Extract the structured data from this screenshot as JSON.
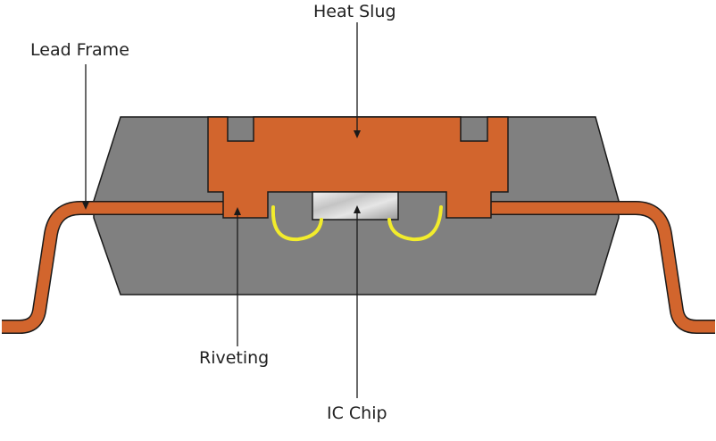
{
  "labels": {
    "heat_slug": "Heat Slug",
    "lead_frame": "Lead Frame",
    "riveting": "Riveting",
    "ic_chip": "IC Chip"
  },
  "colors": {
    "mold_compound": "#808080",
    "copper": "#d2652d",
    "chip": "#c8c8c8",
    "bond_wire": "#f2ec2c",
    "outline": "#1a1a1a",
    "text": "#222222"
  }
}
